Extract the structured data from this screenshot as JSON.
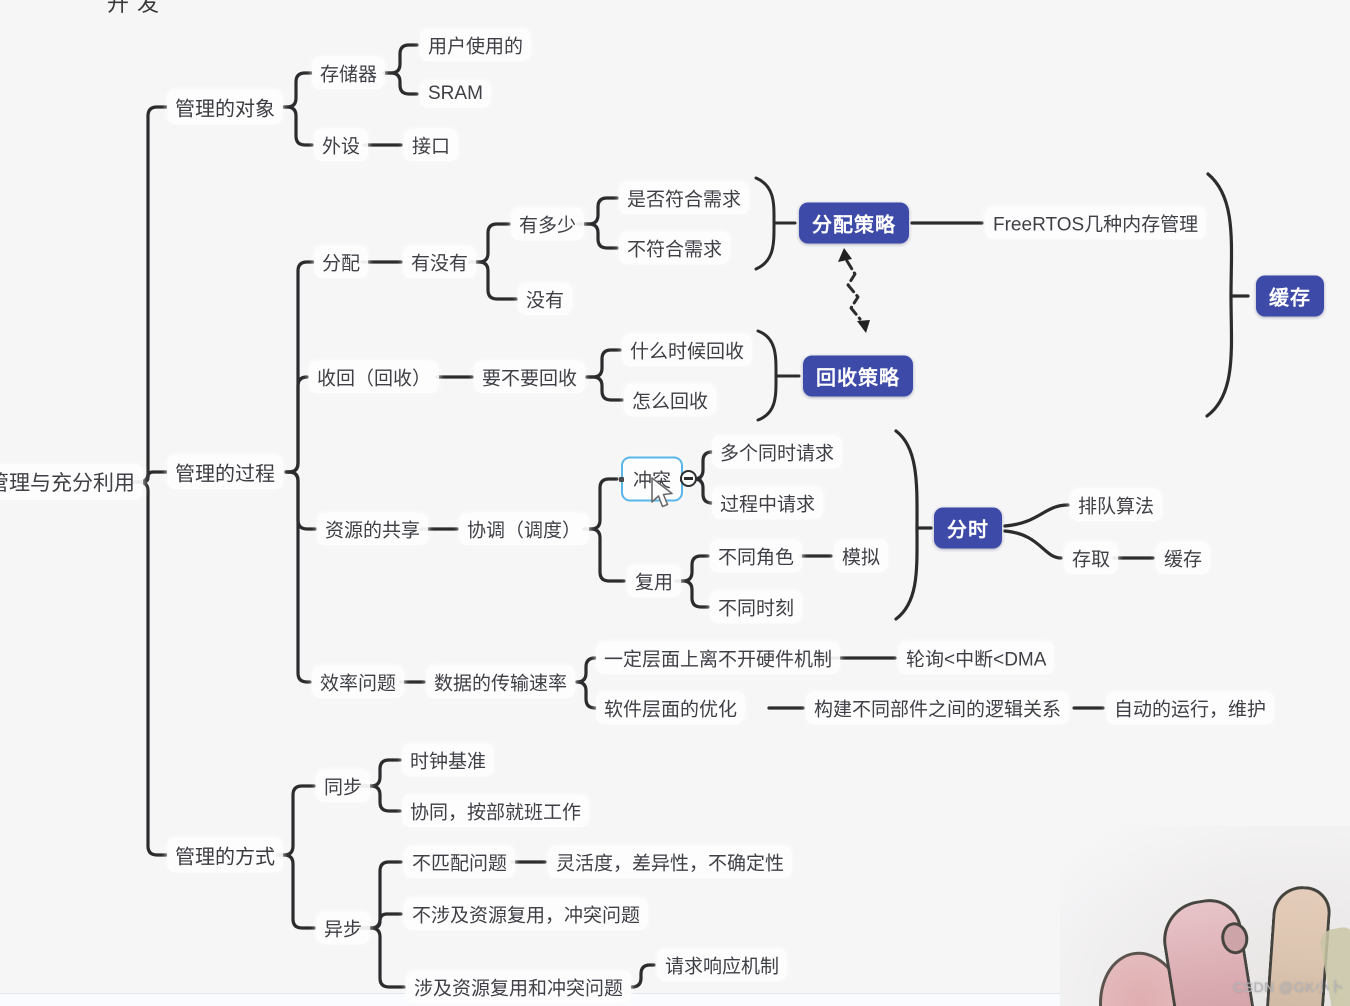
{
  "colors": {
    "accent": "#3e4aa8",
    "selection": "#58b6e8",
    "line": "#2c2c2e",
    "canvas": "#f6f6f7",
    "node_text": "#3f4045"
  },
  "mindmap": {
    "root": "管理与充分利用",
    "clipped_top_text": "开发",
    "nodes": {
      "managedObjects": "管理的对象",
      "storage": "存储器",
      "userUsed": "用户使用的",
      "sram": "SRAM",
      "peripheral": "外设",
      "interface": "接口",
      "managementProcess": "管理的过程",
      "allocation": "分配",
      "haveOrNot": "有没有",
      "howMuch": "有多少",
      "meetsNeeds": "是否符合需求",
      "notMeetsNeeds": "不符合需求",
      "none": "没有",
      "allocationStrategy": "分配策略",
      "freertos": "FreeRTOS几种内存管理",
      "reclaim": "收回（回收）",
      "whetherReclaim": "要不要回收",
      "whenReclaim": "什么时候回收",
      "howReclaim": "怎么回收",
      "reclaimStrategy": "回收策略",
      "cache": "缓存",
      "resourceSharing": "资源的共享",
      "coordination": "协调（调度）",
      "conflict": "冲突",
      "multiRequest": "多个同时请求",
      "inProcessRequest": "过程中请求",
      "reuse": "复用",
      "differentRoles": "不同角色",
      "simulate": "模拟",
      "differentTimes": "不同时刻",
      "timeSharing": "分时",
      "queueAlgorithm": "排队算法",
      "access": "存取",
      "cacheSmall": "缓存",
      "efficiency": "效率问题",
      "dataRate": "数据的传输速率",
      "hardwareMechanism": "一定层面上离不开硬件机制",
      "pollingInterruptDma": "轮询<中断<DMA",
      "softwareOptimization": "软件层面的优化",
      "logicalRelations": "构建不同部件之间的逻辑关系",
      "autoRun": "自动的运行，维护",
      "managementMethod": "管理的方式",
      "sync": "同步",
      "clockReference": "时钟基准",
      "cooperation": "协同，按部就班工作",
      "async": "异步",
      "mismatch": "不匹配问题",
      "flexibility": "灵活度，差异性，不确定性",
      "noReuseConflict": "不涉及资源复用，冲突问题",
      "reuseConflict": "涉及资源复用和冲突问题",
      "requestResponse": "请求响应机制"
    }
  },
  "overlay": {
    "watermark": "CSDN @GK小卜"
  }
}
